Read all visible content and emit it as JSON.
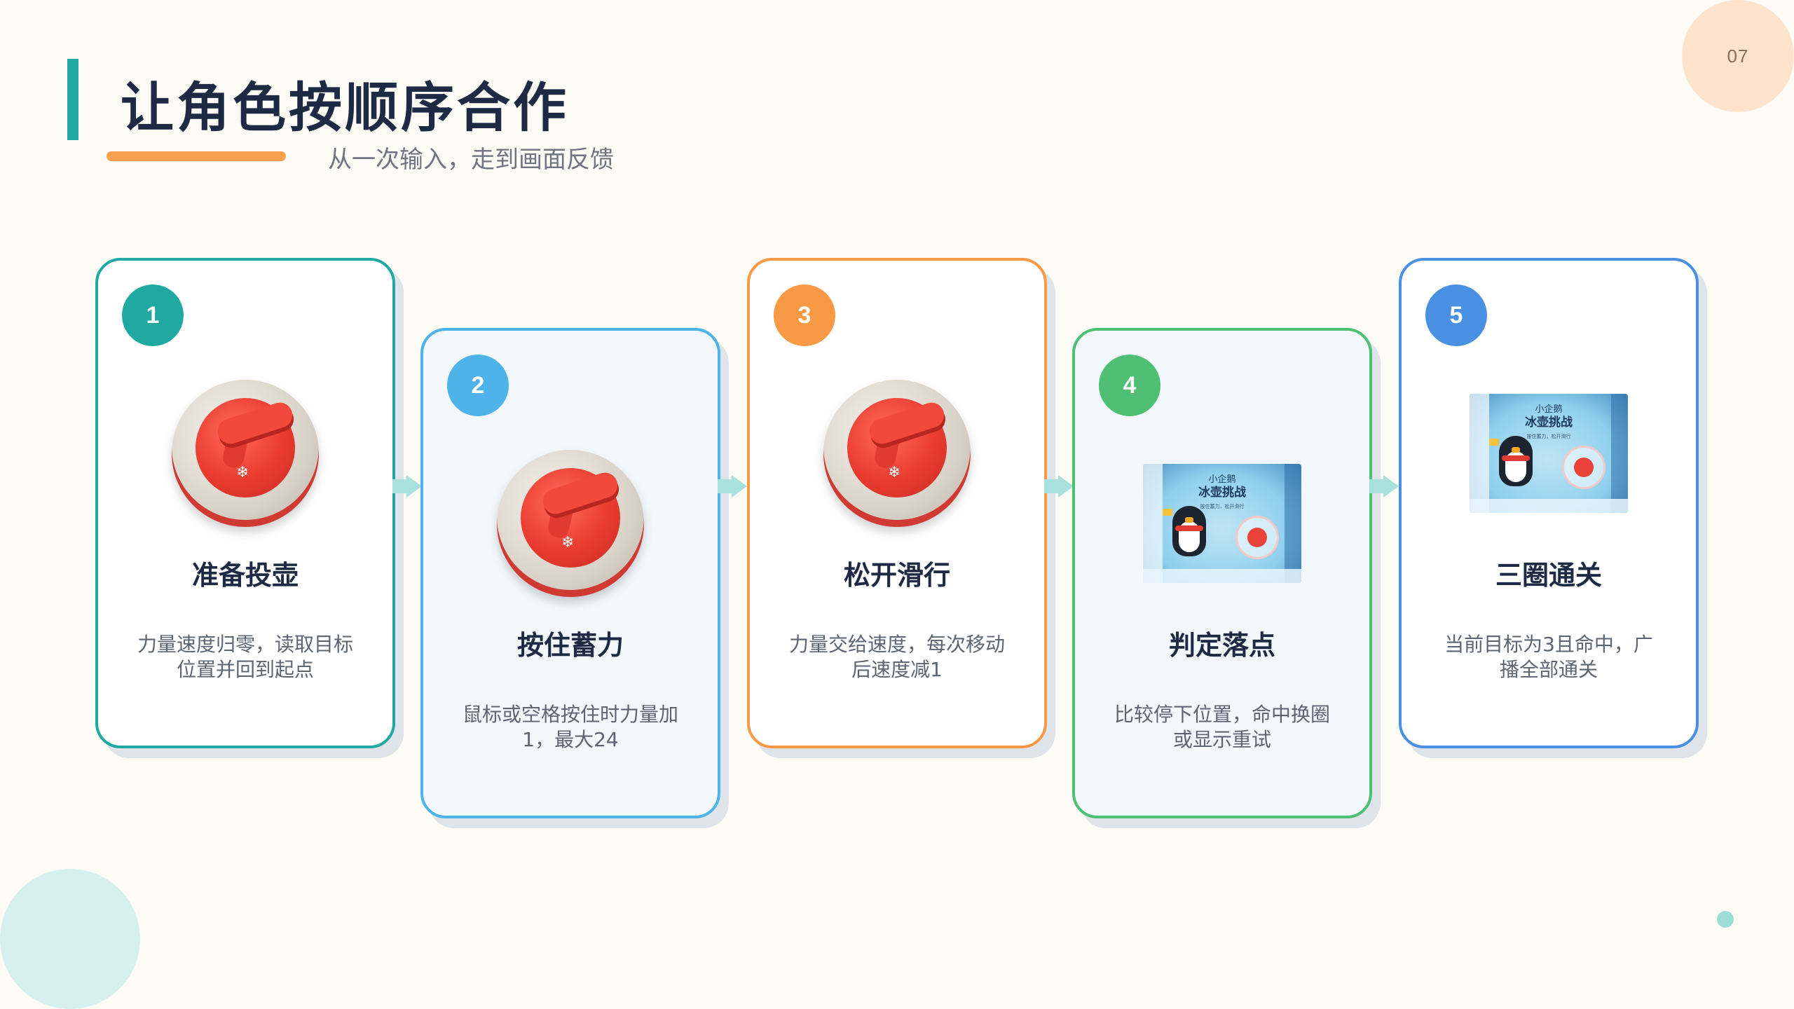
{
  "page": {
    "number": "07",
    "title": "让角色按顺序合作",
    "subtitle": "从一次输入，走到画面反馈"
  },
  "colors": {
    "teal": "#1fa9a0",
    "sky": "#4db3e8",
    "orange": "#f89a45",
    "green": "#4fbf73",
    "blue": "#4a90e2"
  },
  "steps": [
    {
      "badge": "1",
      "title": "准备投壶",
      "desc": "力量速度归零，读取目标位置并回到起点",
      "image": "curling-stone"
    },
    {
      "badge": "2",
      "title": "按住蓄力",
      "desc": "鼠标或空格按住时力量加1，最大24",
      "image": "curling-stone"
    },
    {
      "badge": "3",
      "title": "松开滑行",
      "desc": "力量交给速度，每次移动后速度减1",
      "image": "curling-stone"
    },
    {
      "badge": "4",
      "title": "判定落点",
      "desc": "比较停下位置，命中换圈或显示重试",
      "image": "game-preview"
    },
    {
      "badge": "5",
      "title": "三圈通关",
      "desc": "当前目标为3且命中，广播全部通关",
      "image": "game-preview"
    }
  ],
  "preview": {
    "title_small": "小企鹅",
    "title_big": "冰壶挑战",
    "hint": "按住蓄力，松开滑行"
  }
}
